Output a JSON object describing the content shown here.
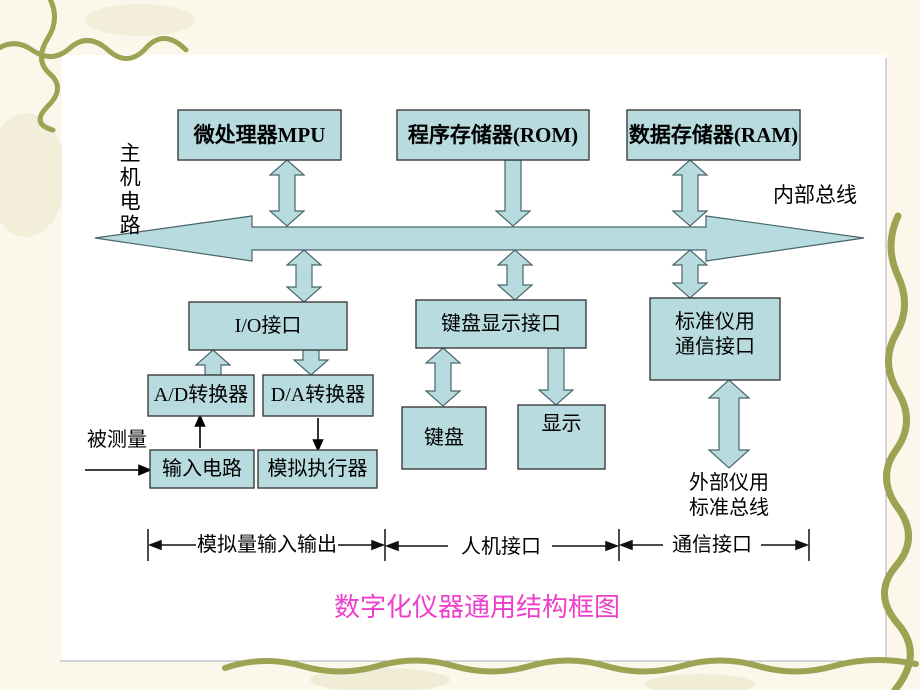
{
  "slide": {
    "title": "数字化仪器通用结构框图"
  },
  "labels": {
    "host_circuit": "主机电路",
    "internal_bus": "内部总线",
    "measured_quantity": "被测量",
    "external_bus": "外部仪用\n标准总线"
  },
  "boxes": {
    "mpu": "微处理器MPU",
    "rom": "程序存储器(ROM)",
    "ram": "数据存储器(RAM)",
    "io": "I/O接口",
    "kb_display_iface": "键盘显示接口",
    "std_comm_iface": "标准仪用\n通信接口",
    "ad_converter": "A/D转换器",
    "da_converter": "D/A转换器",
    "keyboard": "键盘",
    "display": "显示",
    "input_circuit": "输入电路",
    "analog_actuator": "模拟执行器"
  },
  "sections": {
    "analog_io": "模拟量输入输出",
    "hmi": "人机接口",
    "comm": "通信接口"
  },
  "colors": {
    "box_fill": "#b8dbdf",
    "box_stroke": "#3c4a4c",
    "decor_olive": "#9ca353",
    "title_magenta": "#ee3fcc",
    "background_cream": "#fbf8eb"
  }
}
